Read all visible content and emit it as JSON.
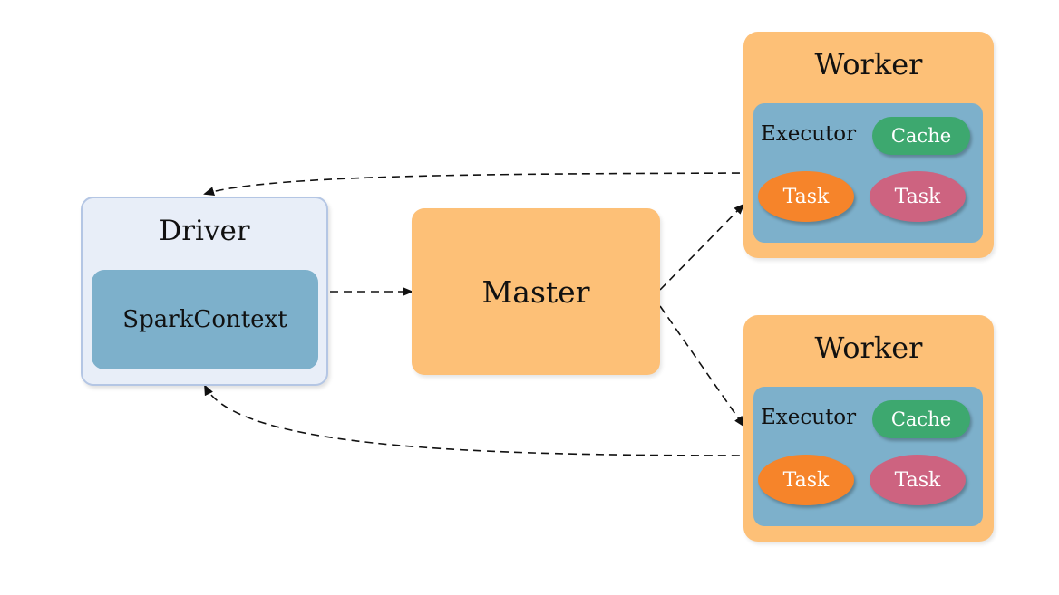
{
  "driver": {
    "title": "Driver",
    "context_label": "SparkContext"
  },
  "master": {
    "title": "Master"
  },
  "workers": [
    {
      "title": "Worker",
      "executor_label": "Executor",
      "cache_label": "Cache",
      "tasks": [
        "Task",
        "Task"
      ]
    },
    {
      "title": "Worker",
      "executor_label": "Executor",
      "cache_label": "Cache",
      "tasks": [
        "Task",
        "Task"
      ]
    }
  ],
  "colors": {
    "driver_fill": "#e8eef8",
    "driver_border": "#b4c6e4",
    "inner_blue": "#7db0cb",
    "orange_box": "#fdc077",
    "cache_green": "#3da86f",
    "task_orange": "#f6842a",
    "task_pink": "#cd6380",
    "arrow": "#111111"
  },
  "connections": [
    {
      "from": "driver",
      "to": "master",
      "style": "dashed"
    },
    {
      "from": "master",
      "to": "worker-1",
      "style": "dashed"
    },
    {
      "from": "master",
      "to": "worker-2",
      "style": "dashed"
    },
    {
      "from": "worker-1",
      "to": "driver",
      "style": "dashed-curve"
    },
    {
      "from": "worker-2",
      "to": "driver",
      "style": "dashed-curve"
    }
  ]
}
